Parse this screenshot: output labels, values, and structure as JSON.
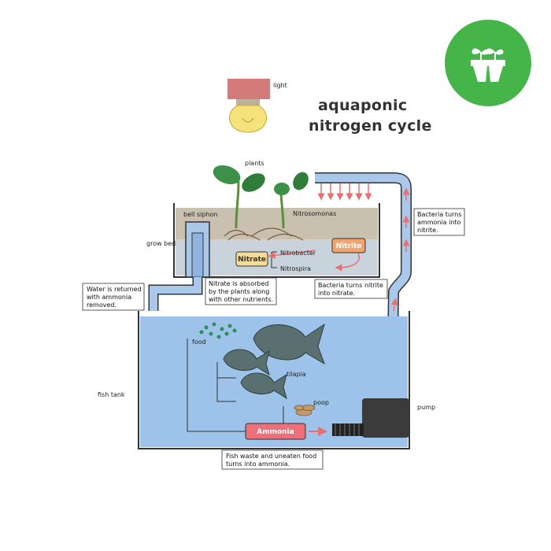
{
  "title": {
    "line1": "aquaponic",
    "line2": "nitrogen cycle"
  },
  "labels": {
    "light": "light",
    "plants": "plants",
    "bell_siphon": "bell siphon",
    "grow_bed": "grow bed",
    "nitrosomonas": "Nitrosomonas",
    "nitrobacter": "Nitrobacter",
    "nitrospira": "Nitrospira",
    "food": "food",
    "tilapia": "tilapia",
    "poop": "poop",
    "fish_tank": "fish tank",
    "pump": "pump"
  },
  "chemicals": {
    "nitrate": "Nitrate",
    "nitrite": "Nitrite",
    "ammonia": "Ammonia"
  },
  "callouts": {
    "water_return": [
      "Water is returned",
      "with ammonia",
      "removed."
    ],
    "nitrate_absorbed": [
      "Nitrate is absorbed",
      "by the plants along",
      "with other nutrients."
    ],
    "bacteria_nitrite": [
      "Bacteria turns nitrite",
      "into nitrate."
    ],
    "bacteria_ammonia": [
      "Bacteria turns",
      "ammonia into",
      "nitrite."
    ],
    "fish_waste": [
      "Fish waste and uneaten food",
      "turns into ammonia."
    ]
  },
  "colors": {
    "badge_green": "#45b549",
    "water_blue": "#9dc3ea",
    "grow_bed_soil": "#cfc8b8",
    "chem_box_yellow": "#f6dc9a",
    "chem_box_orange": "#f2a46c",
    "chem_box_red": "#ec6f7a",
    "lamp_red": "#d47a7a"
  },
  "icons": {
    "badge": "plant-seedling-icon"
  }
}
